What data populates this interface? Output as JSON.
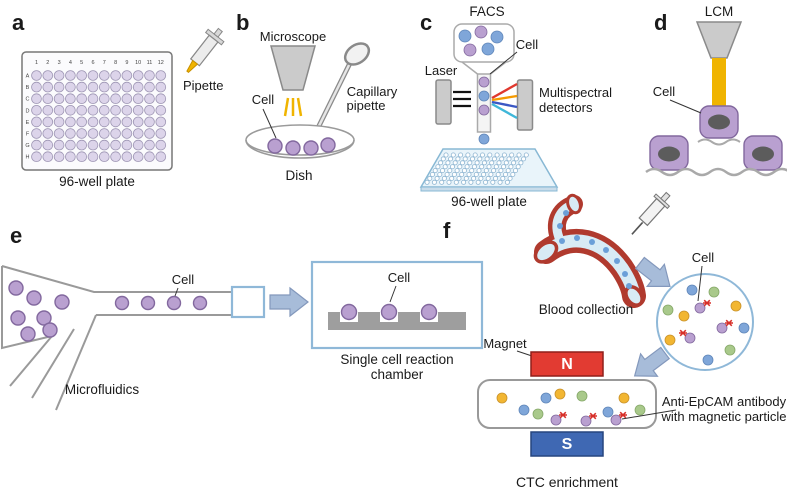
{
  "colors": {
    "cell_purple": "#b9a0d0",
    "laser_yellow": "#f0b400",
    "magnet_n_red": "#e23b32",
    "magnet_s_blue": "#3f68b3",
    "arrow_blue": "#a7bcd9",
    "plate_blue": "#e9f4fa"
  },
  "panels": {
    "a": {
      "letter": "a",
      "pipette_label": "Pipette",
      "caption": "96-well plate",
      "col_labels": [
        "1",
        "2",
        "3",
        "4",
        "5",
        "6",
        "7",
        "8",
        "9",
        "10",
        "11",
        "12"
      ],
      "row_labels": [
        "A",
        "B",
        "C",
        "D",
        "E",
        "F",
        "G",
        "H"
      ]
    },
    "b": {
      "letter": "b",
      "microscope_label": "Microscope",
      "cell_label": "Cell",
      "capillary_line1": "Capillary",
      "capillary_line2": "pipette",
      "dish_label": "Dish"
    },
    "c": {
      "letter": "c",
      "title": "FACS",
      "cell_label": "Cell",
      "laser_label": "Laser",
      "detector_line1": "Multispectral",
      "detector_line2": "detectors",
      "caption": "96-well plate"
    },
    "d": {
      "letter": "d",
      "title": "LCM",
      "cell_label": "Cell"
    },
    "e": {
      "letter": "e",
      "cell_label": "Cell",
      "inset_cell_label": "Cell",
      "inset_caption_line1": "Single cell reaction",
      "inset_caption_line2": "chamber",
      "caption": "Microfluidics"
    },
    "f": {
      "letter": "f",
      "cell_label": "Cell",
      "blood_caption": "Blood collection",
      "magnet_label": "Magnet",
      "north_label": "N",
      "south_label": "S",
      "antibody_line1": "Anti-EpCAM antibody",
      "antibody_line2": "with magnetic particle",
      "caption": "CTC enrichment"
    }
  }
}
